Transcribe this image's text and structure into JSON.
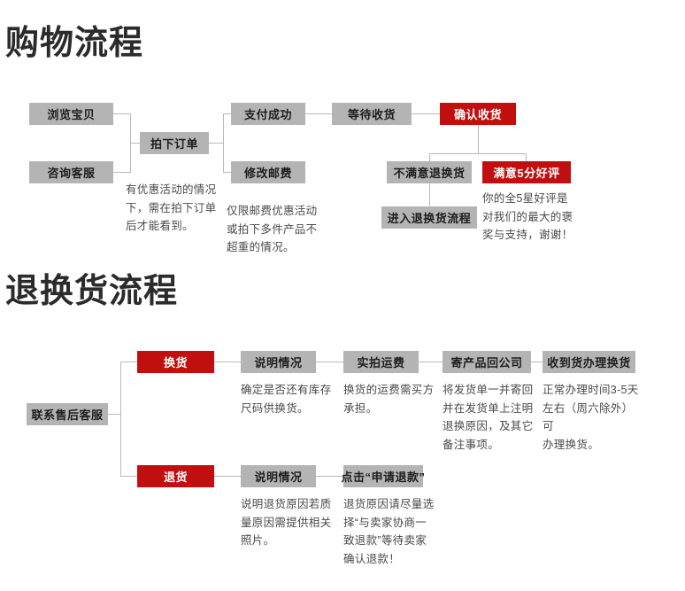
{
  "page": {
    "background": "#ffffff",
    "accent_red": "#c10f0f",
    "node_gray": "#b4b4b4",
    "line_gray": "#b9b9b9"
  },
  "sections": [
    {
      "id": "shopping",
      "title": "购物流程"
    },
    {
      "id": "return",
      "title": "退换货流程"
    }
  ],
  "shopping_flow": {
    "nodes": {
      "browse": {
        "label": "浏览宝贝",
        "style": "gray"
      },
      "consult": {
        "label": "咨询客服",
        "style": "gray"
      },
      "place_order": {
        "label": "拍下订单",
        "style": "gray"
      },
      "pay_success": {
        "label": "支付成功",
        "style": "gray"
      },
      "modify_shipping": {
        "label": "修改邮费",
        "style": "gray"
      },
      "await_receipt": {
        "label": "等待收货",
        "style": "gray"
      },
      "confirm_receipt": {
        "label": "确认收货",
        "style": "red"
      },
      "unsatisfied_return": {
        "label": "不满意退换货",
        "style": "gray"
      },
      "enter_return_flow": {
        "label": "进入退换货流程",
        "style": "gray"
      },
      "satisfied_review": {
        "label": "满意5分好评",
        "style": "red"
      }
    },
    "descriptions": {
      "place_order": "有优惠活动的情况\n下，需在拍下订单\n后才能看到。",
      "modify_shipping": "仅限邮费优惠活动\n或拍下多件产品不\n超重的情况。",
      "satisfied_review": "你的全5星好评是\n对我们的最大的褒\n奖与支持，谢谢！"
    }
  },
  "return_flow": {
    "nodes": {
      "contact_service": {
        "label": "联系售后客服",
        "style": "gray"
      },
      "exchange": {
        "label": "换货",
        "style": "red"
      },
      "exchange_explain": {
        "label": "说明情况",
        "style": "gray"
      },
      "real_shipping_fee": {
        "label": "实拍运费",
        "style": "gray"
      },
      "send_back": {
        "label": "寄产品回公司",
        "style": "gray"
      },
      "received_process": {
        "label": "收到货办理换货",
        "style": "gray"
      },
      "refund": {
        "label": "退货",
        "style": "red"
      },
      "refund_explain": {
        "label": "说明情况",
        "style": "gray"
      },
      "apply_refund": {
        "label": "点击“申请退款”",
        "style": "gray"
      }
    },
    "descriptions": {
      "exchange_explain": "确定是否还有库存\n尺码供换货。",
      "real_shipping_fee": "换货的运费需买方\n承担。",
      "send_back": "将发货单一并寄回\n并在发货单上注明\n退换原因，及其它\n备注事项。",
      "received_process": "正常办理时间3-5天\n左右（周六除外）可\n办理换货。",
      "refund_explain": "说明退货原因若质\n量原因需提供相关\n照片。",
      "apply_refund": "退货原因请尽量选\n择“与卖家协商一\n致退款”等待卖家\n确认退款！"
    }
  }
}
